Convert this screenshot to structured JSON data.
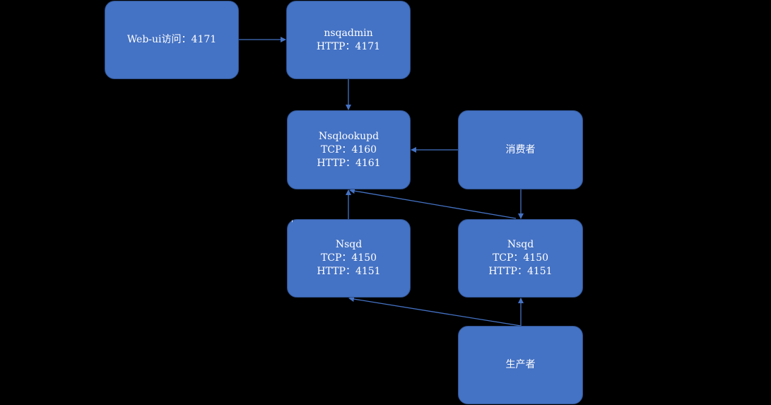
{
  "colors": {
    "node_fill": "#4472c4",
    "node_border": "#2f528f",
    "edge": "#4472c4",
    "background": "#000000",
    "text": "#ffffff"
  },
  "nodes": {
    "web": {
      "lines": [
        "Web-ui访问：4171"
      ]
    },
    "admin": {
      "lines": [
        "nsqadmin",
        "HTTP：4171"
      ]
    },
    "lookup": {
      "lines": [
        "Nsqlookupd",
        "TCP：4160",
        "HTTP：4161"
      ]
    },
    "consumer": {
      "lines": [
        "消费者"
      ]
    },
    "nsqd1": {
      "lines": [
        "Nsqd",
        "TCP：4150",
        "HTTP：4151"
      ]
    },
    "nsqd2": {
      "lines": [
        "Nsqd",
        "TCP：4150",
        "HTTP：4151"
      ]
    },
    "producer": {
      "lines": [
        "生产者"
      ]
    }
  },
  "edges": [
    {
      "from": "web",
      "to": "admin"
    },
    {
      "from": "admin",
      "to": "lookup"
    },
    {
      "from": "consumer",
      "to": "lookup"
    },
    {
      "from": "consumer",
      "to": "nsqd2"
    },
    {
      "from": "nsqd1",
      "to": "lookup"
    },
    {
      "from": "nsqd2",
      "to": "lookup"
    },
    {
      "from": "producer",
      "to": "nsqd1"
    },
    {
      "from": "producer",
      "to": "nsqd2"
    }
  ],
  "stray_mark": "'"
}
